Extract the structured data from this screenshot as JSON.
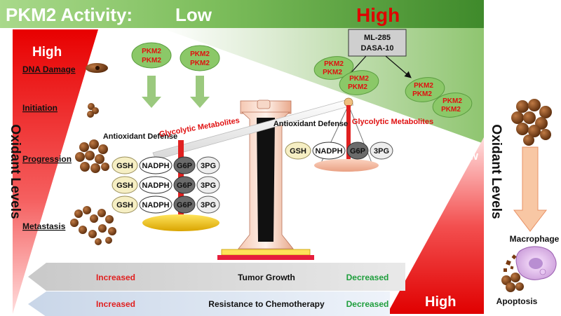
{
  "header": {
    "title": "PKM2 Activity:",
    "low": "Low",
    "high": "High"
  },
  "inhibitors": {
    "line1": "ML-285",
    "line2": "DASA-10"
  },
  "pkm2_label": "PKM2",
  "left_gradient": {
    "high": "High"
  },
  "right_gradient": {
    "low": "Low",
    "high": "High"
  },
  "side_label": "Oxidant Levels",
  "stages": [
    "DNA Damage",
    "Initiation",
    "Progression",
    "Metastasis"
  ],
  "left_pan": {
    "antioxidant": "Antioxidant Defense",
    "glycolytic": "Glycolytic Metabolites",
    "rows": [
      [
        "GSH",
        "NADPH",
        "G6P",
        "3PG"
      ],
      [
        "GSH",
        "NADPH",
        "G6P",
        "3PG"
      ],
      [
        "GSH",
        "NADPH",
        "G6P",
        "3PG"
      ]
    ]
  },
  "right_pan": {
    "antioxidant": "Antioxidant Defense",
    "glycolytic": "Glycolytic Metabolites",
    "row": [
      "GSH",
      "NADPH",
      "G6P",
      "3PG"
    ]
  },
  "bottom": {
    "row1": {
      "left": "Increased",
      "center": "Tumor Growth",
      "right": "Decreased"
    },
    "row2": {
      "left": "Increased",
      "center": "Resistance to Chemotherapy",
      "right": "Decreased"
    }
  },
  "right_panel": {
    "macrophage": "Macrophage",
    "apoptosis": "Apoptosis"
  },
  "colors": {
    "header_green": "#4c9a35",
    "red": "#e60000",
    "pkm2_fill": "#7ec35c",
    "pkm2_text": "#e01010",
    "gsh_fill": "#f6efc4",
    "g6p_fill": "#6b6b6b",
    "arrow_orange": "#f4b183"
  }
}
